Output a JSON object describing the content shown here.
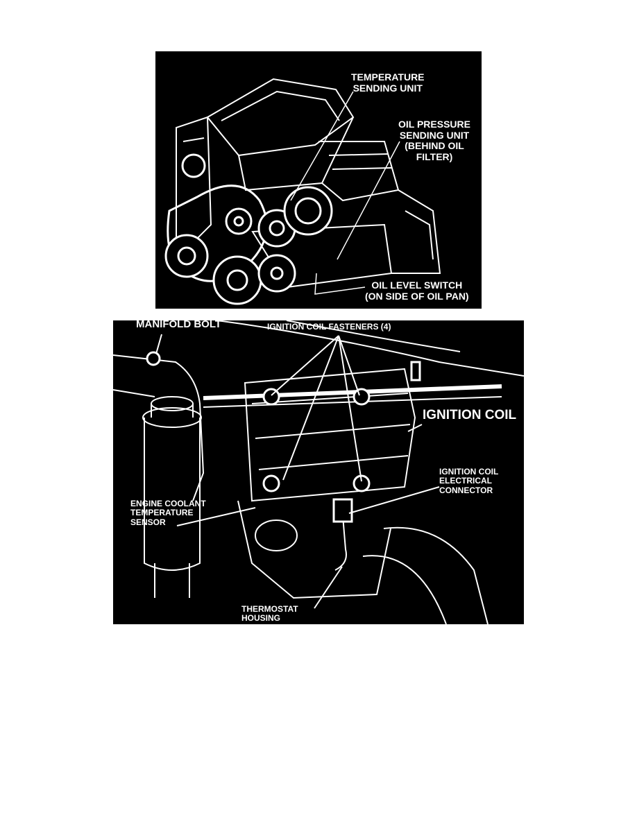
{
  "figure_top": {
    "labels": {
      "temperature_sending_unit": "TEMPERATURE\nSENDING UNIT",
      "oil_pressure_sending_unit": "OIL PRESSURE\nSENDING UNIT\n(BEHIND OIL\nFILTER)",
      "oil_level_switch": "OIL LEVEL SWITCH\n(ON SIDE OF OIL PAN)"
    }
  },
  "figure_bottom": {
    "labels": {
      "manifold_bolt": "MANIFOLD BOLT",
      "ignition_coil_fasteners": "IGNITION COIL FASTENERS (4)",
      "ignition_coil": "IGNITION COIL",
      "ignition_coil_connector": "IGNITION COIL\nELECTRICAL\nCONNECTOR",
      "coolant_temp_sensor": "ENGINE COOLANT\nTEMPERATURE\nSENSOR",
      "thermostat_housing": "THERMOSTAT\nHOUSING"
    }
  }
}
